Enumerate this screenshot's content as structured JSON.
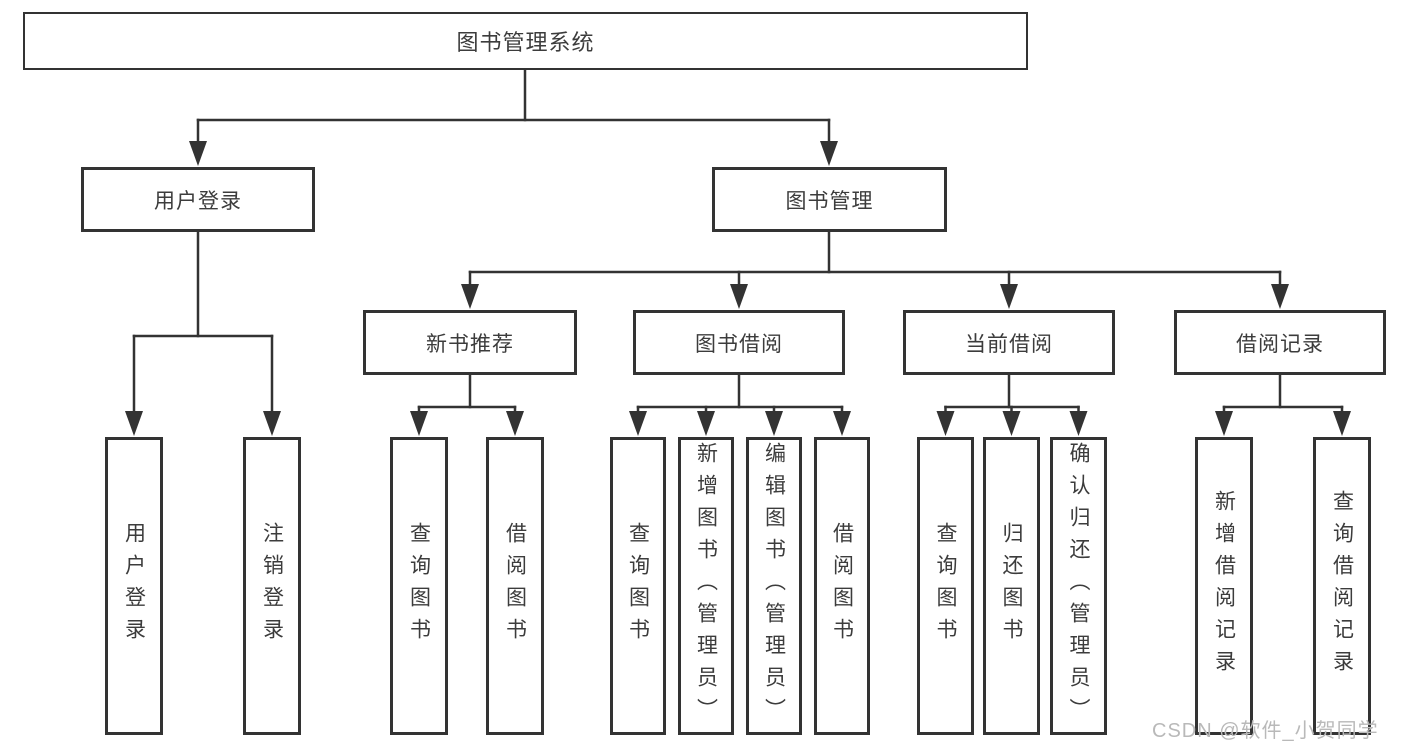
{
  "tree": {
    "label": "图书管理系统",
    "children": [
      {
        "label": "用户登录",
        "children": [
          {
            "label": "用户登录"
          },
          {
            "label": "注销登录"
          }
        ]
      },
      {
        "label": "图书管理",
        "children": [
          {
            "label": "新书推荐",
            "children": [
              {
                "label": "查询图书"
              },
              {
                "label": "借阅图书"
              }
            ]
          },
          {
            "label": "图书借阅",
            "children": [
              {
                "label": "查询图书"
              },
              {
                "label": "新增图书（管理员）"
              },
              {
                "label": "编辑图书（管理员）"
              },
              {
                "label": "借阅图书"
              }
            ]
          },
          {
            "label": "当前借阅",
            "children": [
              {
                "label": "查询图书"
              },
              {
                "label": "归还图书"
              },
              {
                "label": "确认归还（管理员）"
              }
            ]
          },
          {
            "label": "借阅记录",
            "children": [
              {
                "label": "新增借阅记录"
              },
              {
                "label": "查询借阅记录"
              }
            ]
          }
        ]
      }
    ]
  },
  "watermark": {
    "text": "CSDN @软件_小贺同学"
  },
  "colors": {
    "line": "#333333",
    "border": "#333333",
    "fill": "#ffffff",
    "text": "#3c3c3c",
    "watermark": "#b9b9b9",
    "background": "#ffffff"
  }
}
